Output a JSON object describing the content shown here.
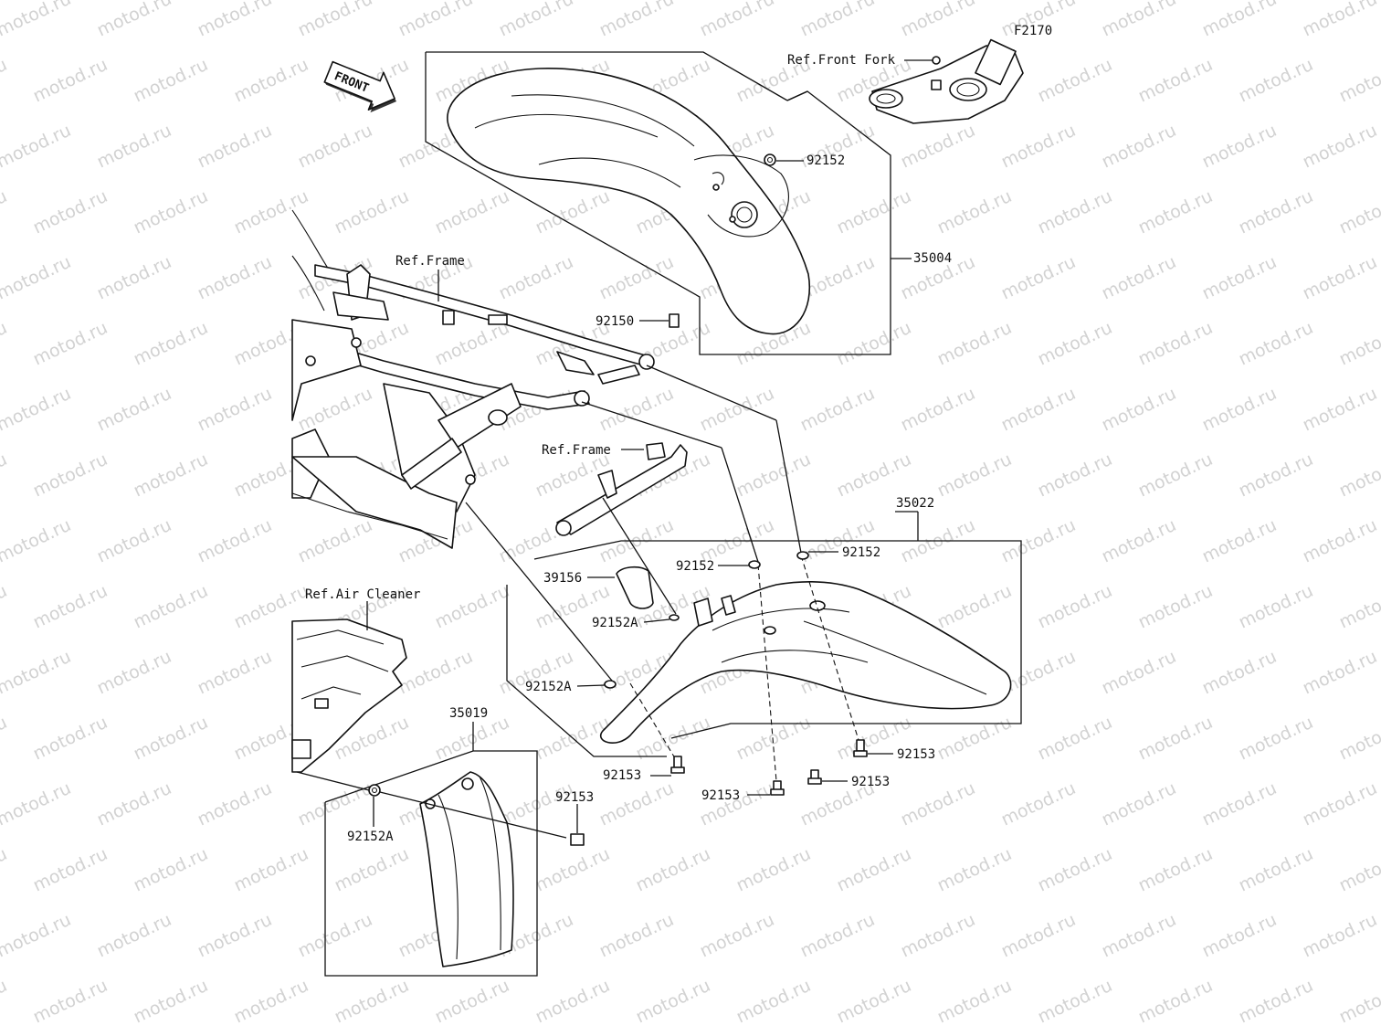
{
  "diagram_code": "F2170",
  "watermark": "motod.ru",
  "front_arrow": "FRONT",
  "references": {
    "front_fork": "Ref.Front Fork",
    "frame_top": "Ref.Frame",
    "frame_mid": "Ref.Frame",
    "air_cleaner": "Ref.Air Cleaner"
  },
  "parts": {
    "front_fender": "35004",
    "rear_fender": "35022",
    "mud_flap": "35019",
    "pad": "39156",
    "nut_92152": "92152",
    "nut_92152A": "92152A",
    "bolt_92150": "92150",
    "bolt_92153": "92153"
  }
}
